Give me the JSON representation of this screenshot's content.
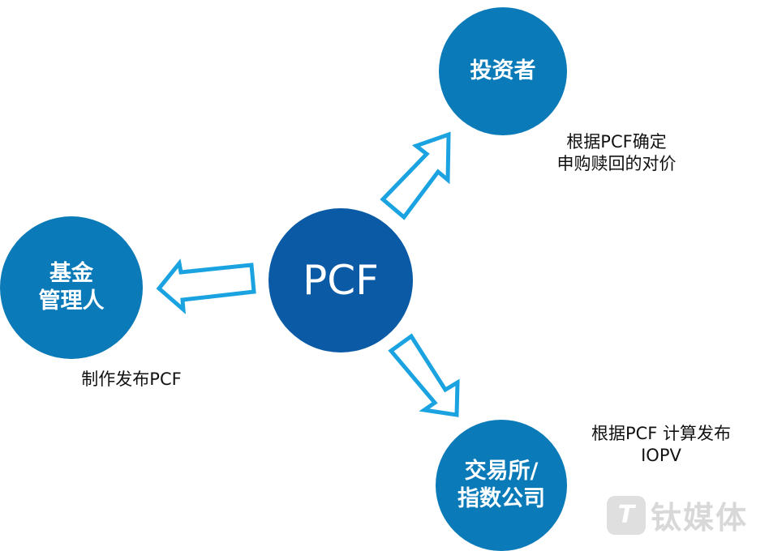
{
  "nodes": {
    "center": {
      "label": "PCF"
    },
    "investor": {
      "label": "投资者"
    },
    "manager": {
      "label_line1": "基金",
      "label_line2": "管理人"
    },
    "exchange": {
      "label_line1": "交易所/",
      "label_line2": "指数公司"
    }
  },
  "notes": {
    "investor": {
      "line1": "根据PCF确定",
      "line2": "申购赎回的对价"
    },
    "manager": {
      "line1": "制作发布PCF"
    },
    "exchange": {
      "line1": "根据PCF 计算发布",
      "line2": "IOPV"
    }
  },
  "arrows": [
    {
      "from": "center",
      "to": "investor",
      "direction": "up-right"
    },
    {
      "from": "center",
      "to": "manager",
      "direction": "left"
    },
    {
      "from": "center",
      "to": "exchange",
      "direction": "down-right"
    }
  ],
  "colors": {
    "center_fill": "#0b5aa6",
    "node_fill": "#0a7ab8",
    "arrow_stroke": "#1aa3e0"
  },
  "watermark": {
    "logo": "T",
    "text": "钛媒体"
  }
}
